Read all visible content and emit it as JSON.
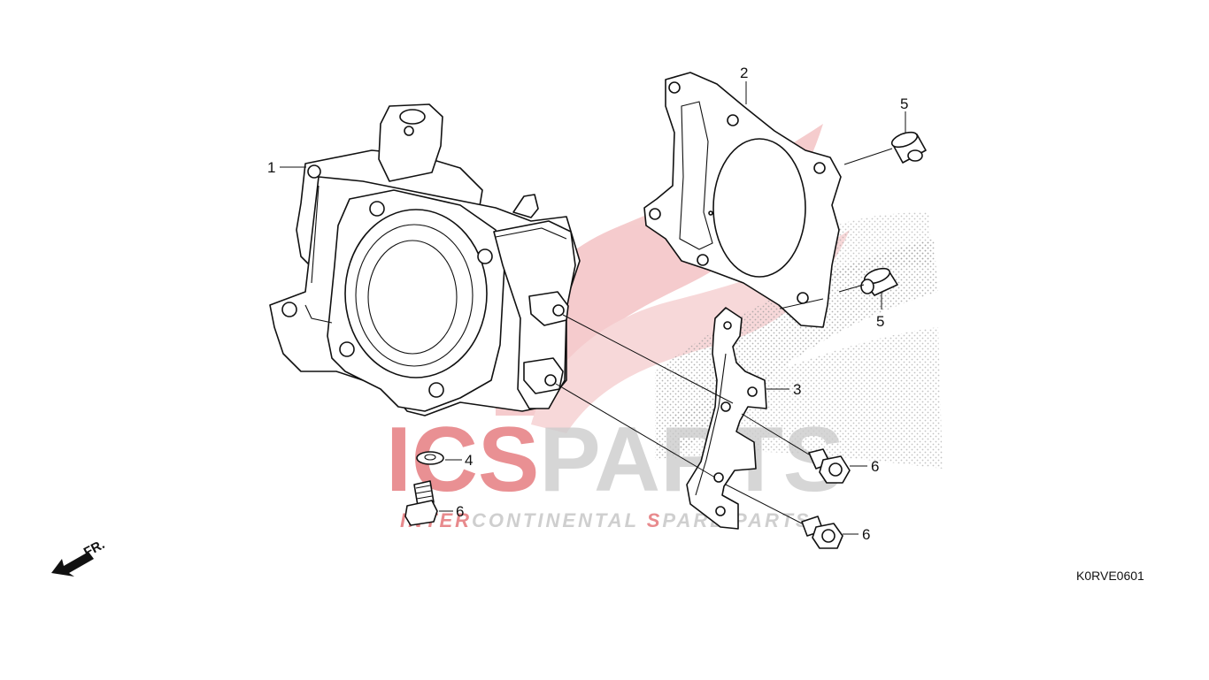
{
  "diagram": {
    "code": "K0RVE0601",
    "front_label": "FR.",
    "callouts": [
      {
        "id": "c1",
        "text": "1"
      },
      {
        "id": "c2",
        "text": "2"
      },
      {
        "id": "c3",
        "text": "3"
      },
      {
        "id": "c4",
        "text": "4"
      },
      {
        "id": "c5a",
        "text": "5"
      },
      {
        "id": "c5b",
        "text": "5"
      },
      {
        "id": "c6a",
        "text": "6"
      },
      {
        "id": "c6b",
        "text": "6"
      },
      {
        "id": "c6c",
        "text": "6"
      }
    ]
  },
  "watermark": {
    "brand_red": "ICS",
    "brand_grey": "PARTS",
    "tagline_parts": [
      "INTER",
      "CONTINENTAL ",
      "S",
      "PARE PARTS"
    ],
    "colors": {
      "red": "#d9484d",
      "grey": "#c8c8c8",
      "wing": "#f4c6c8"
    }
  }
}
